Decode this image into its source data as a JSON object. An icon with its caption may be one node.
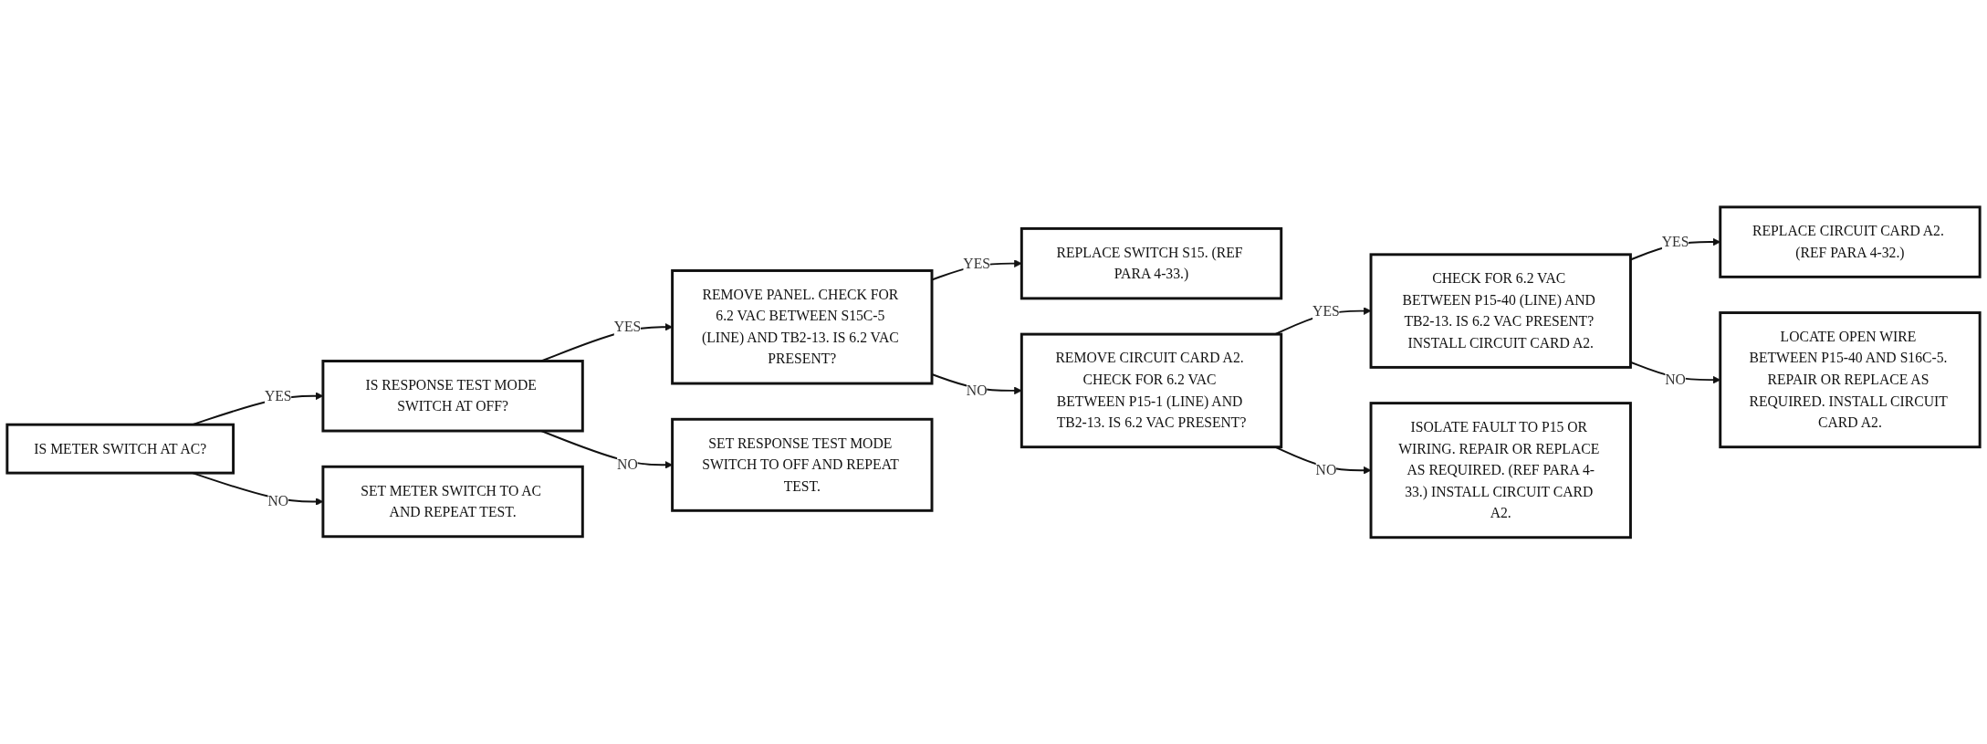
{
  "diagram": {
    "nodes": [
      {
        "text": [
          "IS METER SWITCH AT AC?"
        ]
      },
      {
        "text": [
          "IS RESPONSE TEST MODE SWITCH AT OFF?"
        ]
      },
      {
        "text": [
          "REMOVE PANEL. CHECK FOR 6.2 VAC BETWEEN S15C-5 (LINE) AND TB2-13. IS 6.2 VAC PRESENT?"
        ]
      },
      {
        "text": [
          "REPLACE SWITCH S15. (REF PARA 4-33.)"
        ]
      },
      {
        "text": [
          "SET METER SWITCH TO AC AND REPEAT TEST."
        ]
      },
      {
        "text": [
          "SET RESPONSE TEST MODE SWITCH TO OFF AND REPEAT TEST."
        ]
      },
      {
        "text": [
          "REMOVE CIRCUIT CARD A2. CHECK FOR 6.2 VAC BETWEEN P15-1 (LINE) AND TB2-13. IS 6.2 VAC PRESENT?"
        ]
      },
      {
        "text": [
          "CHECK FOR 6.2 VAC BETWEEN P15-40 (LINE) AND TB2-13. IS 6.2 VAC PRESENT? INSTALL CIRCUIT CARD A2."
        ]
      },
      {
        "text": [
          "REPLACE CIRCUIT CARD A2. (REF PARA 4-32.)"
        ]
      },
      {
        "text": [
          "ISOLATE FAULT TO P15 OR WIRING. REPAIR OR REPLACE AS REQUIRED. (REF PARA 4-33.) INSTALL CIRCUIT CARD A2."
        ]
      },
      {
        "text": [
          "LOCATE OPEN WIRE BETWEEN P15-40 AND S16C-5. REPAIR OR REPLACE AS REQUIRED. INSTALL CIRCUIT CARD A2."
        ]
      }
    ],
    "edges": [
      {
        "from": 0,
        "to": 1,
        "arrow": "to",
        "label": "YES"
      },
      {
        "from": 0,
        "to": 4,
        "arrow": "to",
        "label": "NO"
      },
      {
        "from": 1,
        "to": 2,
        "arrow": "to",
        "label": "YES"
      },
      {
        "from": 1,
        "to": 5,
        "arrow": "to",
        "label": "NO"
      },
      {
        "from": 2,
        "to": 3,
        "arrow": "to",
        "label": "YES"
      },
      {
        "from": 2,
        "to": 6,
        "arrow": "to",
        "label": "NO"
      },
      {
        "from": 6,
        "to": 7,
        "arrow": "to",
        "label": "YES"
      },
      {
        "from": 6,
        "to": 9,
        "arrow": "to",
        "label": "NO"
      },
      {
        "from": 7,
        "to": 8,
        "arrow": "to",
        "label": "YES"
      },
      {
        "from": 7,
        "to": 10,
        "arrow": "to",
        "label": "NO"
      }
    ]
  }
}
